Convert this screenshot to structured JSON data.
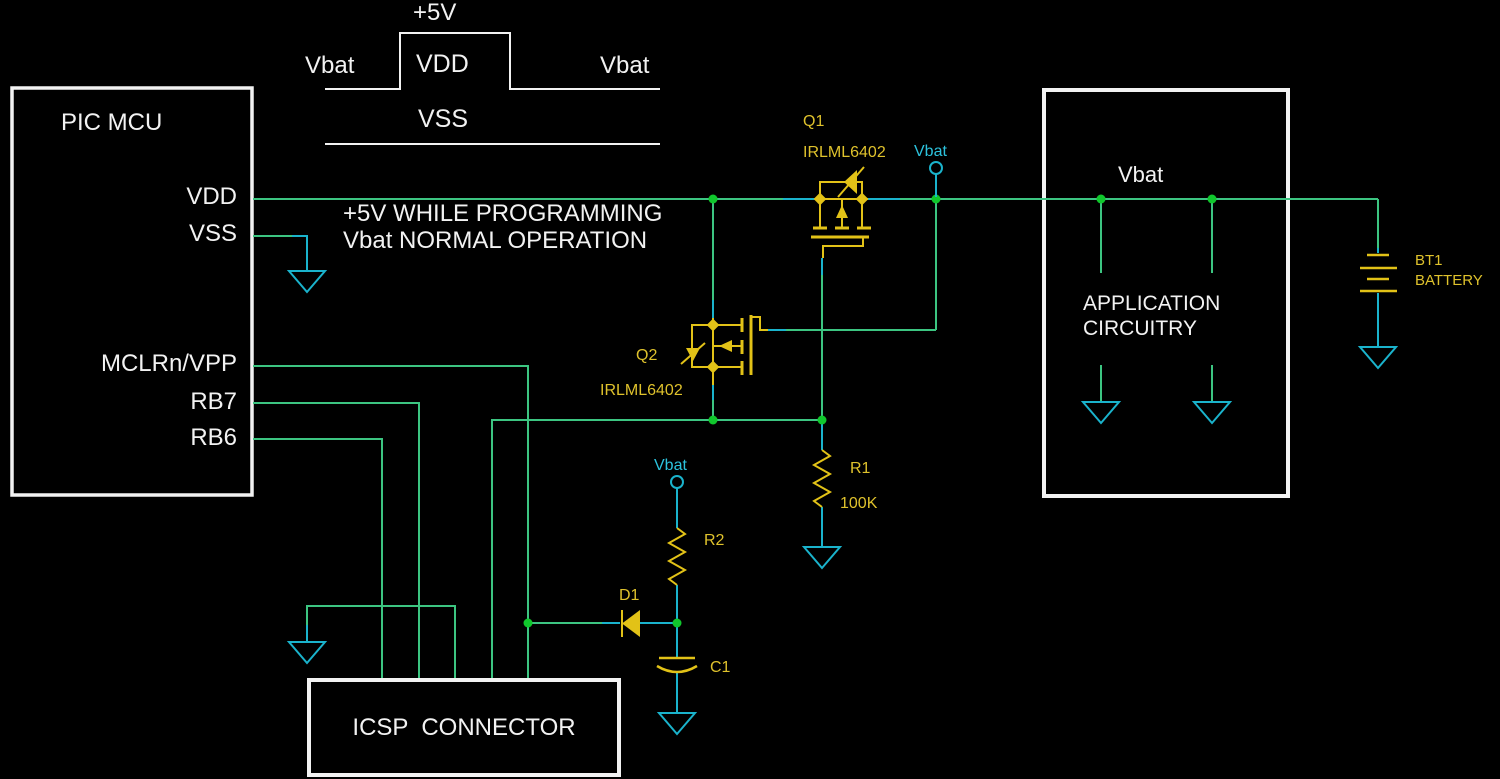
{
  "colors": {
    "background": "#000000",
    "wire_green": "#3cc581",
    "junction_green": "#10c72c",
    "pin_cyan": "#1ab3cc",
    "component_yellow": "#e2c217",
    "label_yellow": "#dfc22c",
    "label_cyan": "#2cc3dd",
    "box_white": "#f2f2f2"
  },
  "waveform": {
    "plus5v_label": "+5V",
    "vbat_left_label": "Vbat",
    "vdd_label": "VDD",
    "vbat_right_label": "Vbat",
    "vss_label": "VSS"
  },
  "annotation": {
    "line1": "+5V WHILE PROGRAMMING",
    "line2": "Vbat NORMAL OPERATION"
  },
  "mcu": {
    "title": "PIC MCU",
    "pins": [
      "VDD",
      "VSS",
      "MCLRn/VPP",
      "RB7",
      "RB6"
    ]
  },
  "components": {
    "q1": {
      "ref": "Q1",
      "part": "IRLML6402"
    },
    "q2": {
      "ref": "Q2",
      "part": "IRLML6402"
    },
    "r1": {
      "ref": "R1",
      "value": "100K"
    },
    "r2": {
      "ref": "R2"
    },
    "d1": {
      "ref": "D1"
    },
    "c1": {
      "ref": "C1"
    },
    "bt1": {
      "ref": "BT1",
      "name": "BATTERY"
    }
  },
  "net_labels": {
    "vbat_at_q1": "Vbat",
    "vbat_at_r2": "Vbat"
  },
  "connector": {
    "title": "ICSP  CONNECTOR"
  },
  "application": {
    "vbat_label": "Vbat",
    "line1": "APPLICATION",
    "line2": "CIRCUITRY"
  }
}
